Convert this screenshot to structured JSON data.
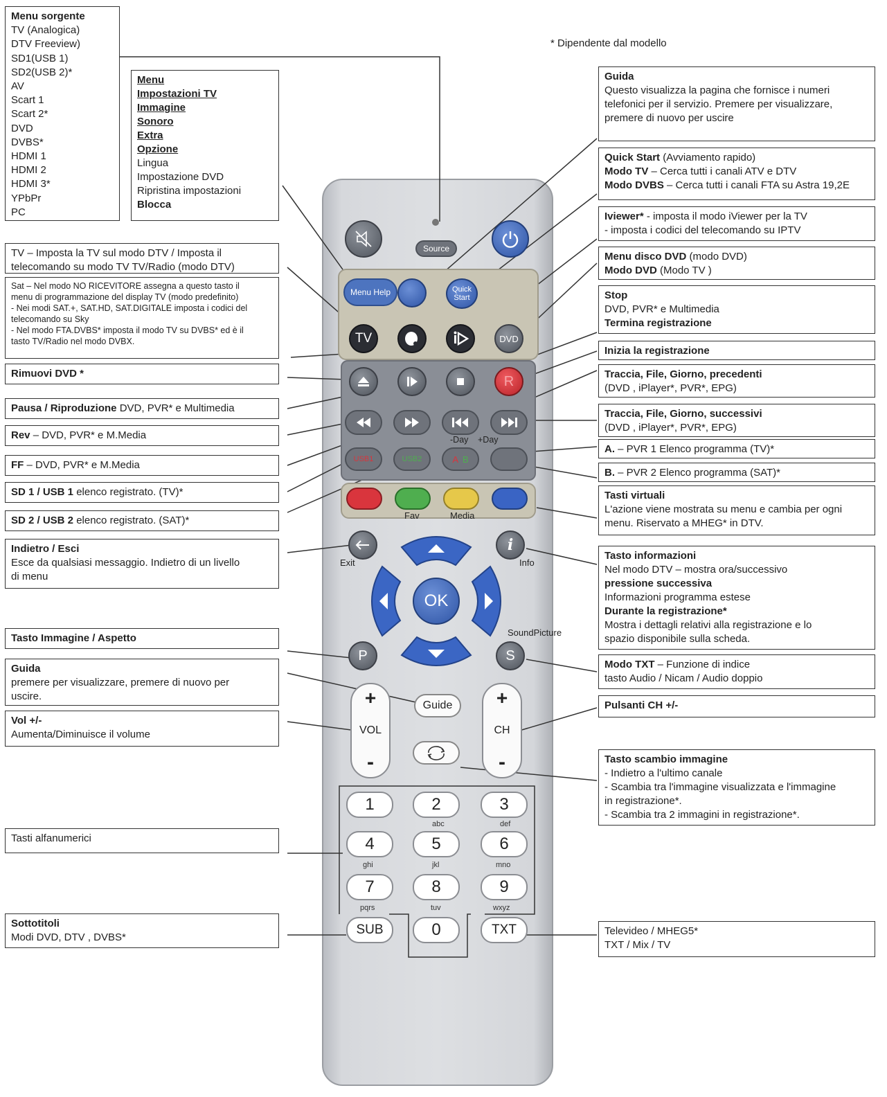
{
  "note": "* Dipendente dal modello",
  "left_boxes": {
    "source_menu": [
      "Menu sorgente",
      "TV (Analogica)",
      "DTV Freeview)",
      "SD1(USB 1)",
      "SD2(USB 2)*",
      "AV",
      "Scart 1",
      "Scart 2*",
      "DVD",
      "DVBS*",
      "HDMI 1",
      "HDMI 2",
      "HDMI 3*",
      "YPbPr",
      "PC"
    ],
    "menu": [
      "Menu",
      "Impostazioni TV",
      "Immagine",
      "Sonoro",
      "Extra",
      "Opzione",
      "Lingua",
      "Impostazione DVD",
      "Ripristina impostazioni",
      "Blocca"
    ],
    "tv": [
      "TV – Imposta la TV sul modo DTV / Imposta il",
      "telecomando su modo TV TV/Radio (modo DTV)"
    ],
    "sat": [
      "Sat – Nel modo NO RICEVITORE assegna a questo tasto il",
      "menu di programmazione del display TV (modo predefinito)",
      "- Nei modi SAT.+, SAT.HD, SAT.DIGITALE imposta i codici del",
      "telecomando su Sky",
      "- Nel modo FTA.DVBS* imposta il modo TV su DVBS* ed è il",
      "tasto TV/Radio nel modo DVBX."
    ],
    "eject": "Rimuovi DVD *",
    "pause": [
      "Pausa / Riproduzione",
      " DVD, PVR* e Multimedia"
    ],
    "rev": [
      "Rev",
      " – DVD, PVR* e M.Media"
    ],
    "ff": [
      "FF",
      " – DVD, PVR* e M.Media"
    ],
    "sd1": [
      "SD 1 / USB 1",
      " elenco registrato. (TV)*"
    ],
    "sd2": [
      "SD 2 / USB 2",
      " elenco registrato. (SAT)*"
    ],
    "back": [
      "Indietro / Esci",
      "Esce da qualsiasi messaggio. Indietro di un livello",
      "di menu"
    ],
    "picture": "Tasto Immagine / Aspetto",
    "guide": [
      "Guida",
      "premere per visualizzare, premere di nuovo per",
      "uscire."
    ],
    "vol": [
      "Vol +/-",
      "Aumenta/Diminuisce il volume"
    ],
    "alnum": "Tasti alfanumerici",
    "subtitle": [
      "Sottotitoli",
      "Modi DVD, DTV    , DVBS*"
    ]
  },
  "right_boxes": {
    "guida": [
      "Guida",
      "Questo visualizza la pagina che fornisce i numeri",
      "telefonici per il servizio. Premere per visualizzare,",
      "premere di nuovo per uscire"
    ],
    "quick": [
      "Quick Start",
      " (Avviamento rapido)",
      "Modo TV",
      " – Cerca tutti i canali ATV e DTV",
      "Modo DVBS",
      " – Cerca tutti i canali FTA su Astra 19,2E"
    ],
    "iviewer": [
      "Iviewer*",
      " - imposta il modo iViewer per la TV",
      "- imposta i codici del telecomando su IPTV"
    ],
    "dvd": [
      "Menu disco DVD",
      " (modo DVD)",
      "Modo DVD",
      "   (Modo TV )"
    ],
    "stop": [
      "Stop",
      "DVD, PVR* e Multimedia",
      "Termina registrazione"
    ],
    "rec": "Inizia la registrazione",
    "prev": [
      "Traccia, File, Giorno, precedenti",
      "(DVD , iPlayer*, PVR*, EPG)"
    ],
    "next": [
      "Traccia, File, Giorno, successivi",
      "(DVD , iPlayer*, PVR*, EPG)"
    ],
    "a": [
      "A.",
      " – PVR 1 Elenco programma (TV)*"
    ],
    "b": [
      "B.",
      " – PVR 2 Elenco programma (SAT)*"
    ],
    "virtual": [
      "Tasti virtuali",
      "L'azione viene mostrata su menu e cambia per ogni",
      "menu. Riservato a MHEG* in DTV."
    ],
    "info": [
      "Tasto informazioni",
      "Nel modo DTV – mostra ora/successivo",
      "pressione successiva",
      "Informazioni programma estese",
      "Durante la registrazione*",
      "Mostra i dettagli relativi alla registrazione e lo",
      "spazio disponibile sulla scheda."
    ],
    "txt_mode": [
      "Modo TXT",
      " – Funzione di indice",
      "tasto Audio / Nicam / Audio doppio"
    ],
    "ch": "Pulsanti CH +/-",
    "swap": [
      "Tasto scambio immagine",
      "- Indietro a l'ultimo canale",
      "- Scambia tra l'immagine visualizzata e l'immagine",
      "  in registrazione*.",
      "- Scambia tra 2 immagini in registrazione*."
    ],
    "teletext": [
      "Televideo / MHEG5*",
      "TXT / Mix / TV"
    ]
  },
  "remote": {
    "source": "Source",
    "menu_help": "Menu Help",
    "quick_start": "Quick Start",
    "tv": "TV",
    "dvd": "DVD",
    "rec": "R",
    "day_minus": "-Day",
    "day_plus": "+Day",
    "usb1": "USB1",
    "usb2": "USB2",
    "a": "A",
    "b": "B",
    "fav": "Fav",
    "media": "Media",
    "exit": "Exit",
    "info": "Info",
    "ok": "OK",
    "sound_picture": "SoundPicture",
    "p": "P",
    "s": "S",
    "guide": "Guide",
    "vol": "VOL",
    "ch": "CH",
    "plus": "+",
    "minus": "-",
    "digits": [
      "1",
      "2",
      "3",
      "4",
      "5",
      "6",
      "7",
      "8",
      "9",
      "0"
    ],
    "letters": [
      "abc",
      "def",
      "ghi",
      "jkl",
      "mno",
      "pqrs",
      "tuv",
      "wxyz"
    ],
    "sub": "SUB",
    "txt": "TXT"
  },
  "colors": {
    "red": "#d9353d",
    "green": "#4fae4f",
    "yellow": "#e6c84a",
    "blue": "#3a64c4"
  }
}
